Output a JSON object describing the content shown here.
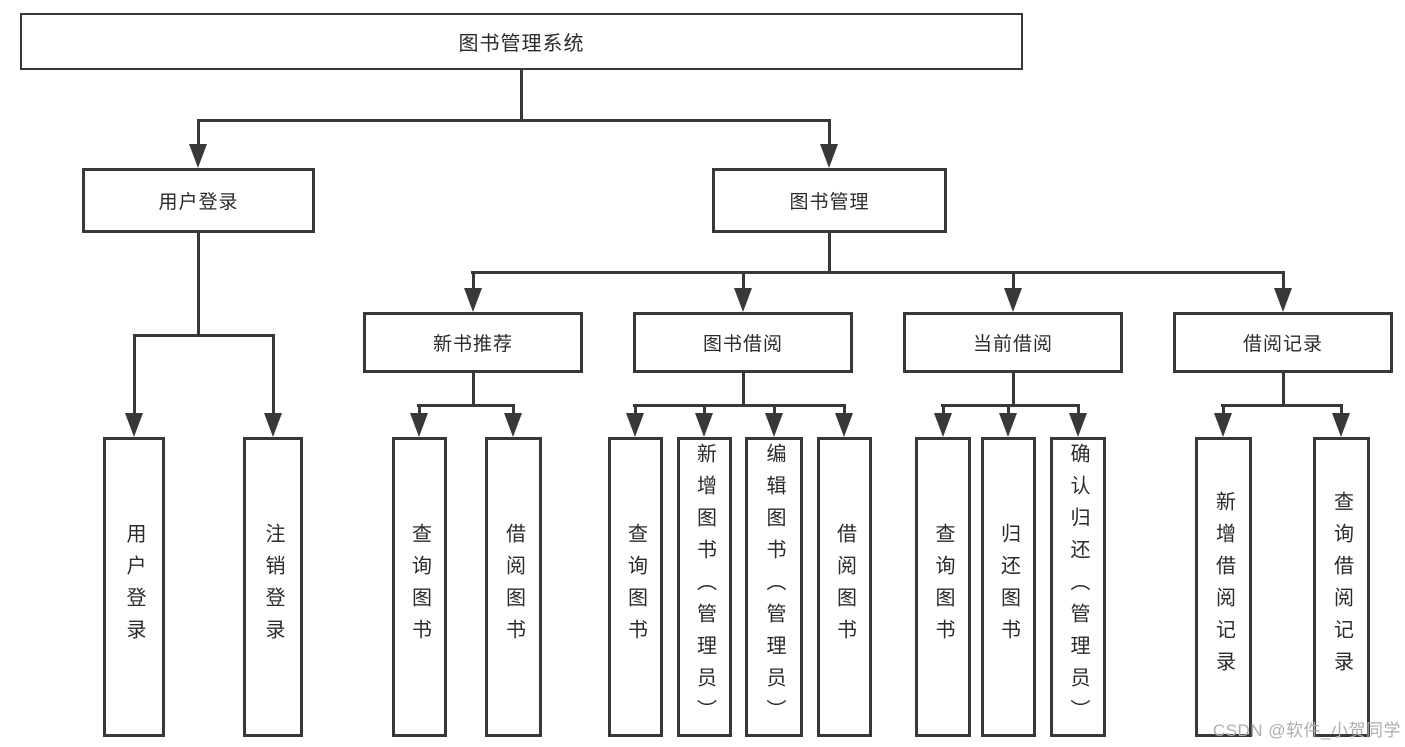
{
  "colors": {
    "line": "#383838",
    "text": "#2b2b2b",
    "box-bg": "#ffffff",
    "bg": "#ffffff",
    "watermark": "#a9aeb4"
  },
  "nodes": {
    "root": "图书管理系统",
    "level2": {
      "user_login": "用户登录",
      "book_management": "图书管理"
    },
    "level3": {
      "new_book_recommend": "新书推荐",
      "book_borrow": "图书借阅",
      "current_borrow": "当前借阅",
      "borrow_record": "借阅记录"
    },
    "leaves": {
      "user_login": [
        "用户登录",
        "注销登录"
      ],
      "new_book_recommend": [
        "查询图书",
        "借阅图书"
      ],
      "book_borrow": [
        "查询图书",
        "新增图书（管理员）",
        "编辑图书（管理员）",
        "借阅图书"
      ],
      "current_borrow": [
        "查询图书",
        "归还图书",
        "确认归还（管理员）"
      ],
      "borrow_record": [
        "新增借阅记录",
        "查询借阅记录"
      ]
    }
  },
  "watermark": {
    "text": "CSDN @软件_小贺同学"
  }
}
